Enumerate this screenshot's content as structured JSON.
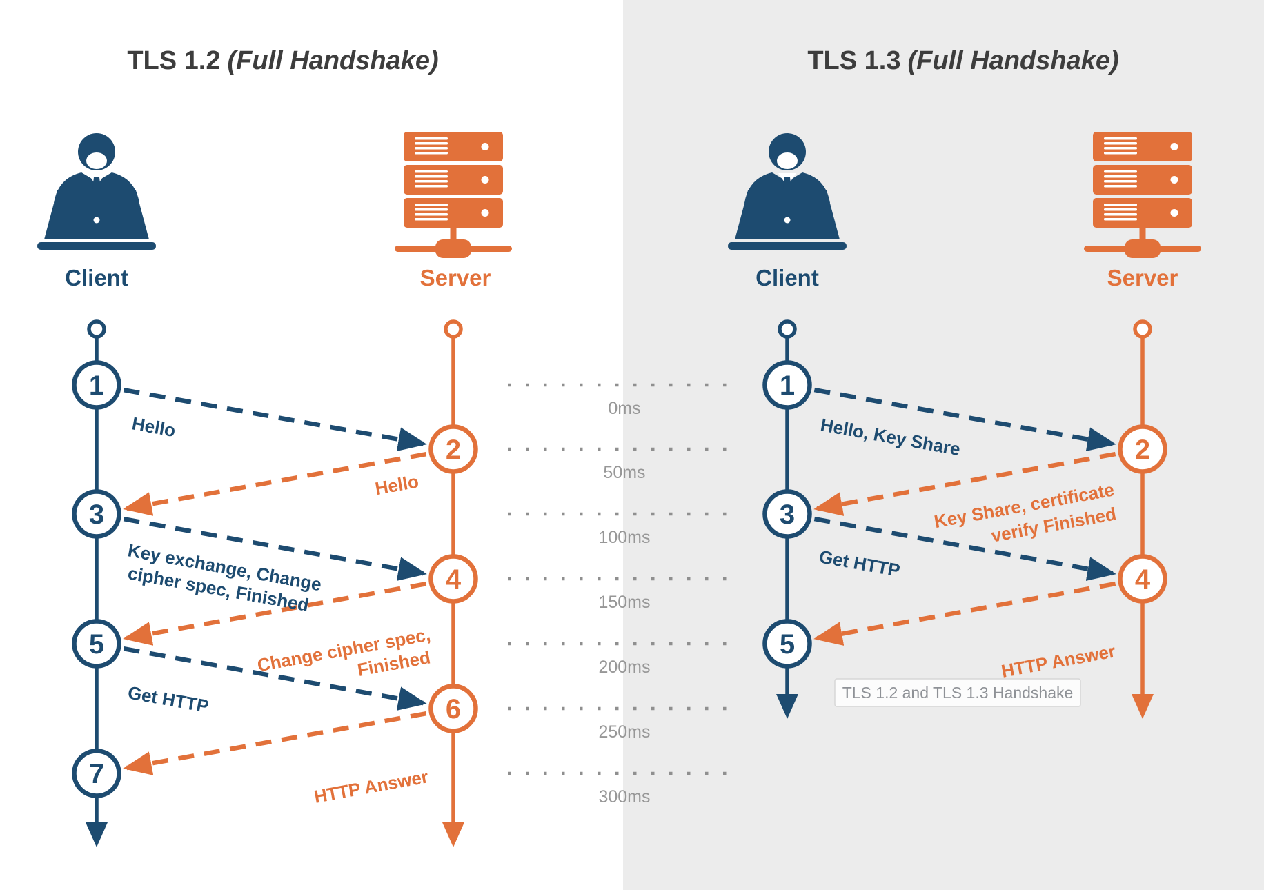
{
  "colors": {
    "navy": "#1d4b70",
    "orange": "#e2713a",
    "title": "#3d3d3d",
    "timeline": "#979797",
    "dots": "#8f8f8f",
    "panel": "#ececec",
    "tooltip_bg": "#fcfcfc",
    "tooltip_border": "#d6d6d6",
    "tooltip_text": "#8e9196"
  },
  "left_diagram": {
    "title": "TLS 1.2",
    "title_suffix": "(Full Handshake)",
    "client_label": "Client",
    "server_label": "Server",
    "client_nodes": [
      "1",
      "3",
      "5",
      "7"
    ],
    "server_nodes": [
      "2",
      "4",
      "6"
    ],
    "messages": [
      {
        "from": "client",
        "to": "server",
        "lines": [
          "Hello"
        ]
      },
      {
        "from": "server",
        "to": "client",
        "lines": [
          "Hello"
        ]
      },
      {
        "from": "client",
        "to": "server",
        "lines": [
          "Key exchange, Change",
          "cipher spec, Finished"
        ]
      },
      {
        "from": "server",
        "to": "client",
        "lines": [
          "Change cipher spec,",
          "Finished"
        ]
      },
      {
        "from": "client",
        "to": "server",
        "lines": [
          "Get HTTP"
        ]
      },
      {
        "from": "server",
        "to": "client",
        "lines": [
          "HTTP Answer"
        ]
      }
    ]
  },
  "right_diagram": {
    "title": "TLS 1.3",
    "title_suffix": "(Full Handshake)",
    "client_label": "Client",
    "server_label": "Server",
    "client_nodes": [
      "1",
      "3",
      "5"
    ],
    "server_nodes": [
      "2",
      "4"
    ],
    "messages": [
      {
        "from": "client",
        "to": "server",
        "lines": [
          "Hello, Key Share"
        ]
      },
      {
        "from": "server",
        "to": "client",
        "lines": [
          "Key Share, certificate",
          "verify  Finished"
        ]
      },
      {
        "from": "client",
        "to": "server",
        "lines": [
          "Get HTTP"
        ]
      },
      {
        "from": "server",
        "to": "client",
        "lines": [
          "HTTP Answer"
        ]
      }
    ]
  },
  "timeline": {
    "labels": [
      "0ms",
      "50ms",
      "100ms",
      "150ms",
      "200ms",
      "250ms",
      "300ms"
    ]
  },
  "tooltip": {
    "text": "TLS 1.2 and TLS 1.3 Handshake"
  }
}
